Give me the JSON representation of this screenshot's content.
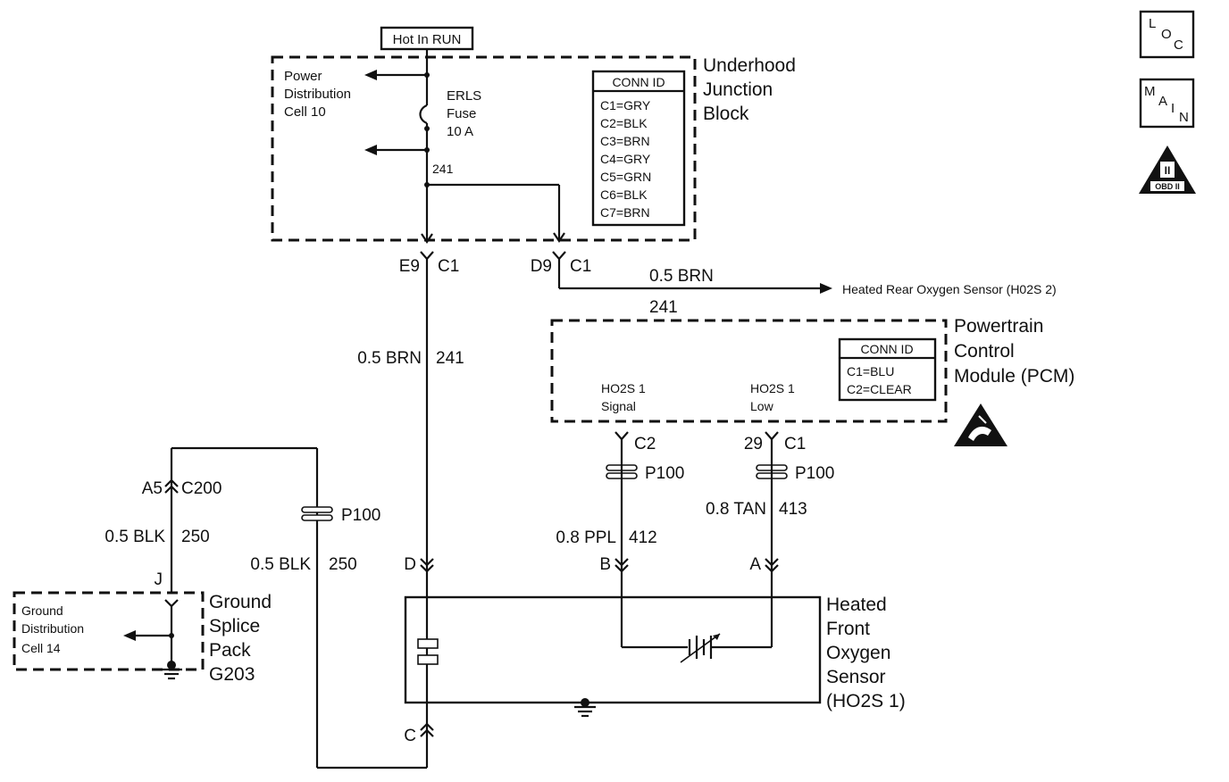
{
  "header": {
    "hot_in_run": "Hot In RUN"
  },
  "underhood_block": {
    "title_lines": [
      "Underhood",
      "Junction",
      "Block"
    ],
    "power_dist_lines": [
      "Power",
      "Distribution",
      "Cell 10"
    ],
    "fuse_lines": [
      "ERLS",
      "Fuse",
      "10 A"
    ],
    "circuit_num": "241",
    "conn_id": {
      "title": "CONN ID",
      "rows": [
        "C1=GRY",
        "C2=BLK",
        "C3=BRN",
        "C4=GRY",
        "C5=GRN",
        "C6=BLK",
        "C7=BRN"
      ]
    },
    "pin_e9": "E9",
    "pin_e9_conn": "C1",
    "pin_d9": "D9",
    "pin_d9_conn": "C1"
  },
  "rear_sensor_wire": {
    "wire": "0.5 BRN",
    "circuit": "241",
    "destination": "Heated Rear Oxygen Sensor (H02S 2)"
  },
  "main_feed_wire": {
    "wire": "0.5 BRN",
    "circuit": "241"
  },
  "pcm": {
    "title_lines": [
      "Powertrain",
      "Control",
      "Module (PCM)"
    ],
    "signal_lines": [
      "HO2S 1",
      "Signal"
    ],
    "low_lines": [
      "HO2S 1",
      "Low"
    ],
    "conn_id": {
      "title": "CONN ID",
      "rows": [
        "C1=BLU",
        "C2=CLEAR"
      ]
    },
    "signal_pin_conn": "C2",
    "low_pin": "29",
    "low_pin_conn": "C1"
  },
  "signal_wire": {
    "inline": "P100",
    "wire": "0.8 PPL",
    "circuit": "412",
    "sensor_pin": "B"
  },
  "low_wire": {
    "inline": "P100",
    "wire": "0.8 TAN",
    "circuit": "413",
    "sensor_pin": "A"
  },
  "ground_wire": {
    "pin": "A5",
    "conn": "C200",
    "wire_left": "0.5 BLK",
    "circuit_left": "250",
    "inline": "P100",
    "wire_right": "0.5 BLK",
    "circuit_right": "250",
    "splice_pin": "J"
  },
  "ground_splice": {
    "title_lines": [
      "Ground",
      "Splice",
      "Pack",
      "G203"
    ],
    "dist_lines": [
      "Ground",
      "Distribution",
      "Cell 14"
    ]
  },
  "sensor": {
    "title_lines": [
      "Heated",
      "Front",
      "Oxygen",
      "Sensor",
      "(HO2S 1)"
    ],
    "pin_d": "D",
    "pin_c": "C"
  },
  "badges": {
    "loc": {
      "l": "L",
      "o": "O",
      "c": "C"
    },
    "main": {
      "m": "M",
      "a": "A",
      "i": "I",
      "n": "N"
    },
    "obd": {
      "numeral": "II",
      "text": "OBD II"
    }
  }
}
